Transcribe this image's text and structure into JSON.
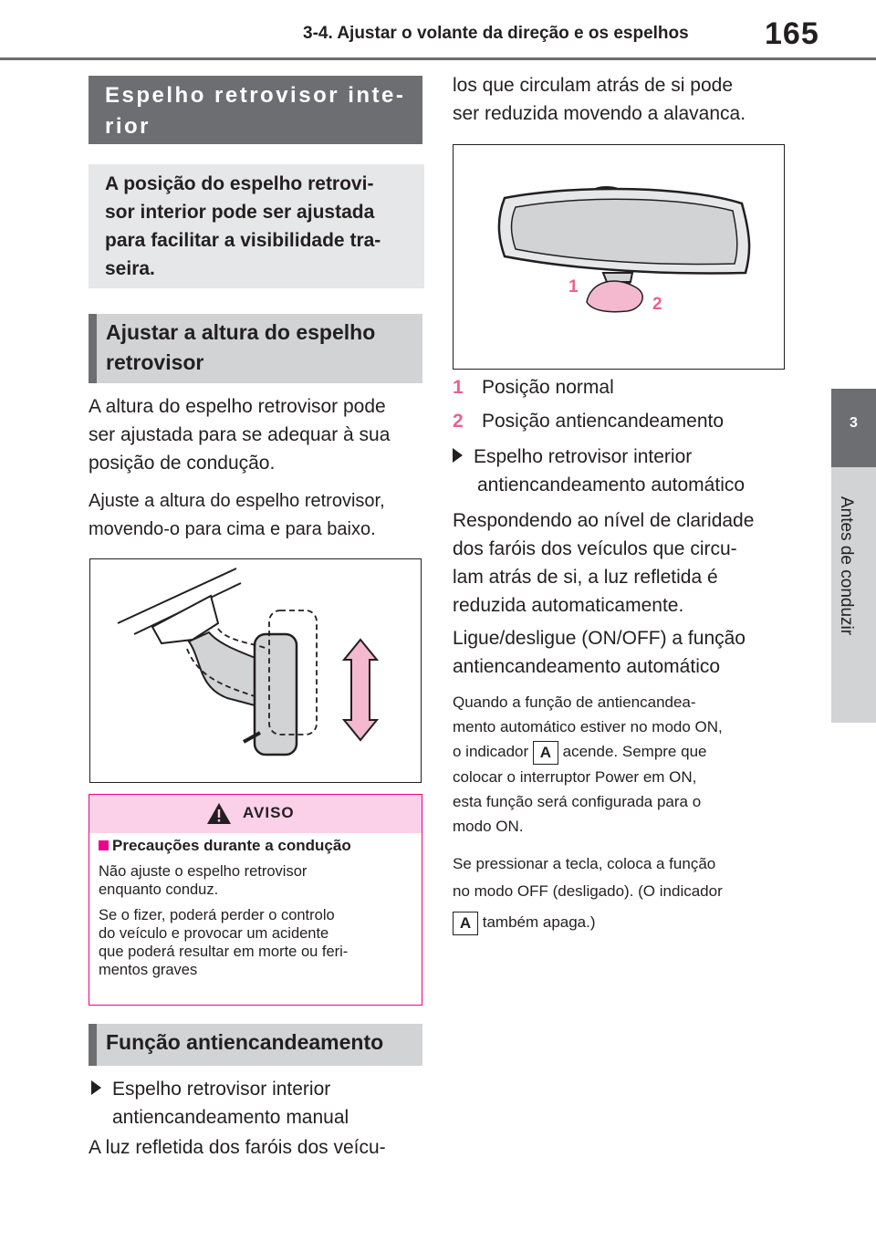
{
  "header": {
    "section": "3-4. Ajustar o volante da direção e os espelhos",
    "page_number": "165"
  },
  "side_tab": {
    "number": "3",
    "label": "Antes de conduzir"
  },
  "left": {
    "section_title": "Espelho retrovisor inte- rior",
    "section_title_lines": [
      "Espelho retrovisor inte-",
      "rior"
    ],
    "intro_lines": [
      "A posição do espelho retrovi-",
      "sor interior pode ser ajustada",
      "para facilitar a visibilidade tra-",
      "seira."
    ],
    "sub_height_lines": [
      "Ajustar a altura do espelho",
      "retrovisor"
    ],
    "height_p1_lines": [
      "A altura do espelho retrovisor pode",
      "ser ajustada para se adequar à sua",
      "posição de condução."
    ],
    "height_p2_lines": [
      "Ajuste a altura do espelho retrovisor,",
      "movendo-o para cima e para baixo."
    ],
    "warning": {
      "title": "AVISO",
      "heading": "Precauções durante a condução",
      "p1_lines": [
        "Não ajuste o espelho retrovisor",
        "enquanto conduz."
      ],
      "p2_lines": [
        "Se o fizer, poderá perder o controlo",
        "do veículo e provocar um acidente",
        "que poderá resultar em morte ou feri-",
        "mentos graves"
      ]
    },
    "sub_antiglare": "Função antiencandeamento",
    "manual_bullet_lines": [
      "Espelho retrovisor interior",
      "antiencandeamento manual"
    ],
    "manual_p_line": "A luz refletida dos faróis dos veícu-"
  },
  "right": {
    "cont_lines": [
      "los que circulam atrás de si pode",
      "ser reduzida movendo a alavanca."
    ],
    "fig_label_1": "1",
    "fig_label_2": "2",
    "legend": [
      {
        "num": "1",
        "text": "Posição normal"
      },
      {
        "num": "2",
        "text": "Posição antiencandeamento"
      }
    ],
    "auto_bullet_lines": [
      "Espelho retrovisor interior",
      "antiencandeamento automático"
    ],
    "auto_p_lines": [
      "Respondendo ao nível de claridade",
      "dos faróis dos veículos que circu-",
      "lam atrás de si, a luz refletida é",
      "reduzida automaticamente."
    ],
    "onoff_lines": [
      "Ligue/desligue (ON/OFF) a função",
      "antiencandeamento automático"
    ],
    "small1_lines": [
      "Quando a função de antiencandea-",
      "mento automático estiver no modo ON,"
    ],
    "small1_l3_pre": "o indicador",
    "small1_l3_post": "acende. Sempre que",
    "small1_rest_lines": [
      "colocar o interruptor Power em ON,",
      "esta função será configurada para o",
      "modo ON."
    ],
    "small2_lines": [
      "Se pressionar a tecla, coloca a função",
      "no modo OFF (desligado). (O indicador"
    ],
    "small2_l3_post": "também apaga.)",
    "indicator": "A"
  },
  "colors": {
    "accent_pink": "#e9628f",
    "warning_border": "#ec008c",
    "warning_fill": "#fbd0e9",
    "title_gray": "#6d6e71",
    "box_gray": "#e6e7e8"
  }
}
